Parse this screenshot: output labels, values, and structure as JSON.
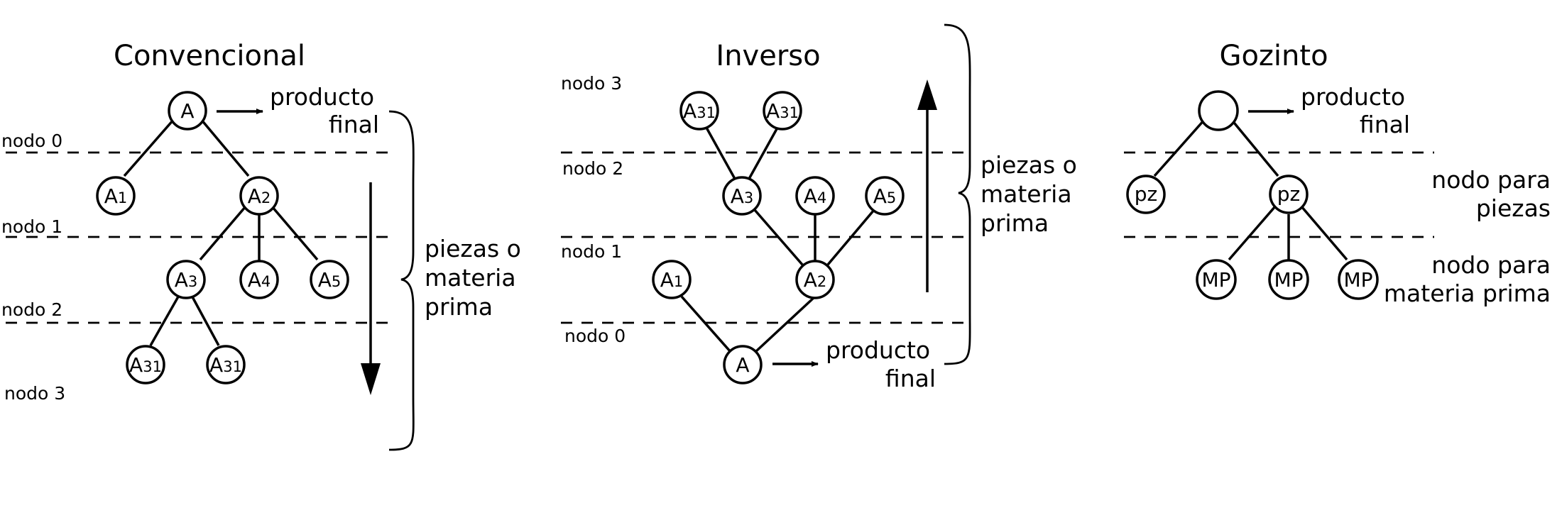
{
  "panels": {
    "convencional": {
      "title": "Convencional",
      "levels": [
        "nodo 0",
        "nodo 1",
        "nodo 2",
        "nodo 3"
      ],
      "nodes": {
        "a": {
          "base": "A",
          "sub": ""
        },
        "a1": {
          "base": "A",
          "sub": "1"
        },
        "a2": {
          "base": "A",
          "sub": "2"
        },
        "a3": {
          "base": "A",
          "sub": "3"
        },
        "a4": {
          "base": "A",
          "sub": "4"
        },
        "a5": {
          "base": "A",
          "sub": "5"
        },
        "a31a": {
          "base": "A",
          "sub": "31"
        },
        "a31b": {
          "base": "A",
          "sub": "31"
        }
      },
      "product_label": [
        "producto",
        "final"
      ],
      "pieces_label": [
        "piezas o",
        "materia",
        "prima"
      ],
      "arrow_direction": "down"
    },
    "inverso": {
      "title": "Inverso",
      "levels": [
        "nodo 3",
        "nodo 2",
        "nodo 1",
        "nodo 0"
      ],
      "nodes": {
        "a31a": {
          "base": "A",
          "sub": "31"
        },
        "a31b": {
          "base": "A",
          "sub": "31"
        },
        "a3": {
          "base": "A",
          "sub": "3"
        },
        "a4": {
          "base": "A",
          "sub": "4"
        },
        "a5": {
          "base": "A",
          "sub": "5"
        },
        "a1": {
          "base": "A",
          "sub": "1"
        },
        "a2": {
          "base": "A",
          "sub": "2"
        },
        "a": {
          "base": "A",
          "sub": ""
        }
      },
      "product_label": [
        "producto",
        "final"
      ],
      "pieces_label": [
        "piezas o",
        "materia",
        "prima"
      ],
      "arrow_direction": "up"
    },
    "gozinto": {
      "title": "Gozinto",
      "nodes": {
        "root": "",
        "pz1": "pz",
        "pz2": "pz",
        "mp1": "MP",
        "mp2": "MP",
        "mp3": "MP"
      },
      "product_label": [
        "producto",
        "final"
      ],
      "pieces_node_label": [
        "nodo para",
        "piezas"
      ],
      "raw_material_node_label": [
        "nodo para",
        "materia prima"
      ]
    }
  }
}
